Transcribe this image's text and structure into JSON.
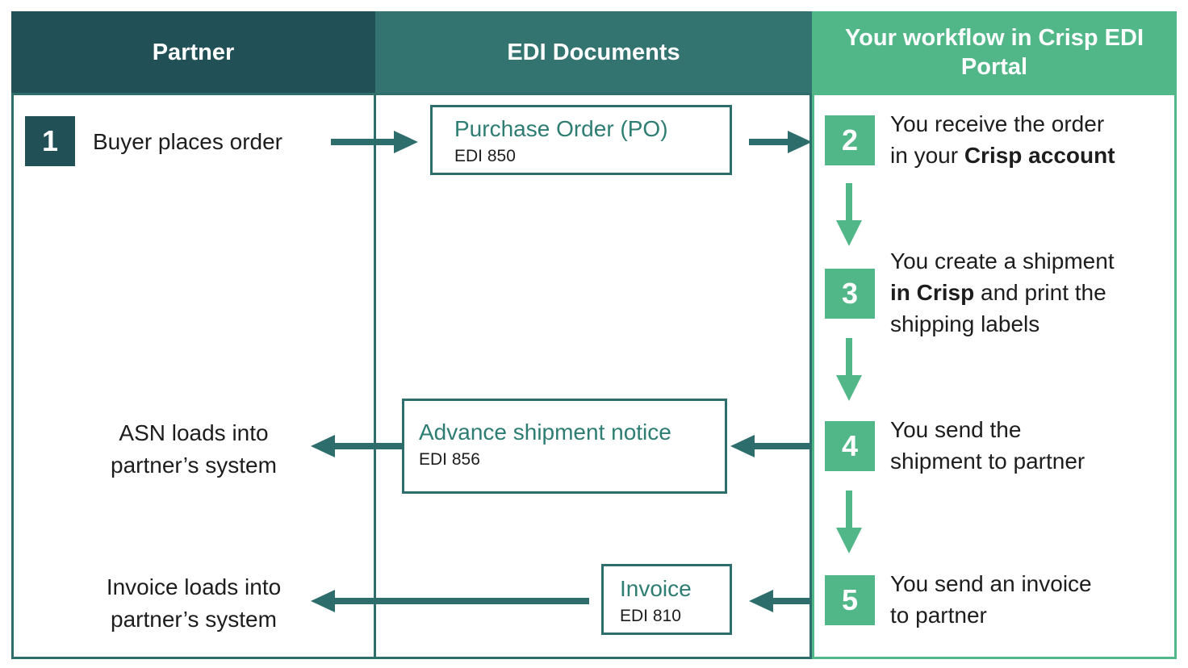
{
  "headers": {
    "partner": "Partner",
    "documents": "EDI Documents",
    "portal": "Your workflow in Crisp EDI Portal"
  },
  "partner_column": {
    "step": {
      "number": "1",
      "text": "Buyer places order"
    },
    "asn_note": {
      "lines": [
        [
          {
            "t": "ASN loads into"
          }
        ],
        [
          {
            "t": "partner’s system"
          }
        ]
      ]
    },
    "invoice_note": {
      "lines": [
        [
          {
            "t": "Invoice loads into"
          }
        ],
        [
          {
            "t": "partner’s system"
          }
        ]
      ]
    }
  },
  "documents_column": {
    "purchase_order": {
      "title": "Purchase Order (PO)",
      "code": "EDI 850"
    },
    "advance_shipment_notice": {
      "title": "Advance shipment notice",
      "code": "EDI 856"
    },
    "invoice": {
      "title": "Invoice",
      "code": "EDI 810"
    }
  },
  "workflow_steps": [
    {
      "number": "2",
      "lines": [
        [
          {
            "t": "You receive the order"
          }
        ],
        [
          {
            "t": "in your "
          },
          {
            "t": "Crisp account",
            "b": true
          }
        ]
      ]
    },
    {
      "number": "3",
      "lines": [
        [
          {
            "t": "You create a shipment"
          }
        ],
        [
          {
            "t": "in Crisp",
            "b": true
          },
          {
            "t": " and print the"
          }
        ],
        [
          {
            "t": "shipping labels"
          }
        ]
      ]
    },
    {
      "number": "4",
      "lines": [
        [
          {
            "t": "You send the"
          }
        ],
        [
          {
            "t": "shipment to partner"
          }
        ]
      ]
    },
    {
      "number": "5",
      "lines": [
        [
          {
            "t": "You send an invoice"
          }
        ],
        [
          {
            "t": "to partner"
          }
        ]
      ]
    }
  ],
  "colors": {
    "header_dark_teal": "#215056",
    "header_mid_teal": "#337471",
    "brand_green": "#52b788",
    "line_teal": "#2d6e6d",
    "doc_title_teal": "#2e7d72",
    "text_dark": "#1d1d1d"
  }
}
